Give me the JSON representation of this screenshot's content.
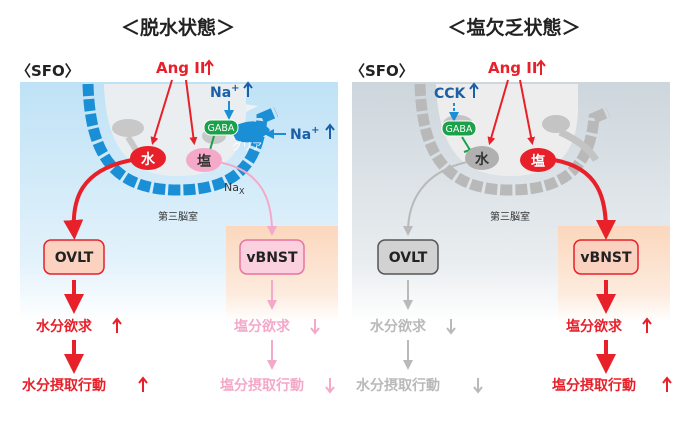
{
  "colors": {
    "red": "#e8202a",
    "pink": "#f4a9c9",
    "pink_dark": "#e8739f",
    "blue": "#1b8fd6",
    "sky": "#cfe9f8",
    "gray": "#b9b9b9",
    "gray_bg": "#d9e1e6",
    "green": "#1aa14a",
    "peach": "#fde1cc",
    "navy": "#1b5fa8"
  },
  "left": {
    "title": "＜脱水状態＞",
    "sfo_label": "〈SFO〉",
    "ang": "Ang II",
    "na_top": "Na",
    "na_right": "Na",
    "na_sup": "+",
    "gaba": "GABA",
    "glia": "グリア",
    "water_cell": "水",
    "salt_cell": "塩",
    "nax_main": "Na",
    "nax_sub": "X",
    "ventricle": "第三脳室",
    "ovlt": "OVLT",
    "vbnst": "vBNST",
    "water_desire": "水分欲求",
    "water_behavior": "水分摂取行動",
    "salt_desire": "塩分欲求",
    "salt_behavior": "塩分摂取行動"
  },
  "right": {
    "title": "＜塩欠乏状態＞",
    "sfo_label": "〈SFO〉",
    "cck": "CCK",
    "ang": "Ang II",
    "gaba": "GABA",
    "water_cell": "水",
    "salt_cell": "塩",
    "ventricle": "第三脳室",
    "ovlt": "OVLT",
    "vbnst": "vBNST",
    "water_desire": "水分欲求",
    "water_behavior": "水分摂取行動",
    "salt_desire": "塩分欲求",
    "salt_behavior": "塩分摂取行動"
  }
}
